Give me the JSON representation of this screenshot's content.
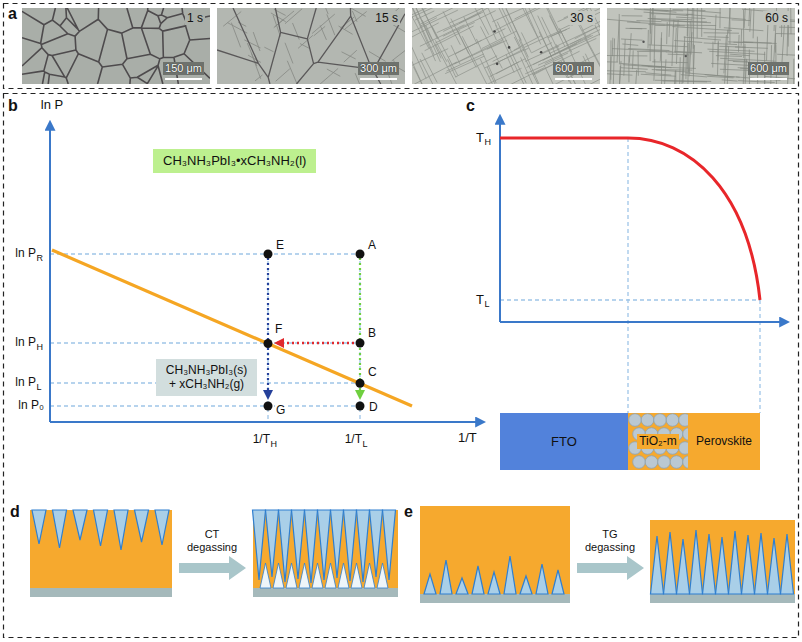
{
  "diagram": {
    "nodes": [
      {
        "text": [
          "1 s",
          "150 μm"
        ]
      },
      {
        "text": [
          "15 s",
          "300 μm"
        ]
      },
      {
        "text": [
          "30 s",
          "600 μm"
        ]
      },
      {
        "text": [
          "60 s",
          "600 μm"
        ]
      },
      {
        "text": [
          "CH₃NH₃PbI₃•xCH₃NH₂(l)"
        ]
      },
      {
        "text": [
          "CH₃NH₃PbI₃(s) + xCH₃NH₂(g)"
        ]
      },
      {
        "text": [
          "FTO"
        ]
      },
      {
        "text": [
          "TiO₂-m"
        ]
      },
      {
        "text": [
          "Perovskite"
        ]
      }
    ],
    "labels": [
      "a",
      "b",
      "ln P",
      "ln P",
      "R",
      "ln P",
      "H",
      "ln P",
      "L",
      "ln P₀",
      "1/T",
      "H",
      "1/T",
      "L",
      "1/T",
      "A",
      "B",
      "C",
      "D",
      "E",
      "F",
      "G",
      "c",
      "T",
      "H",
      "T",
      "L",
      "d",
      "CT degassing",
      "e",
      "TG degassing"
    ]
  }
}
